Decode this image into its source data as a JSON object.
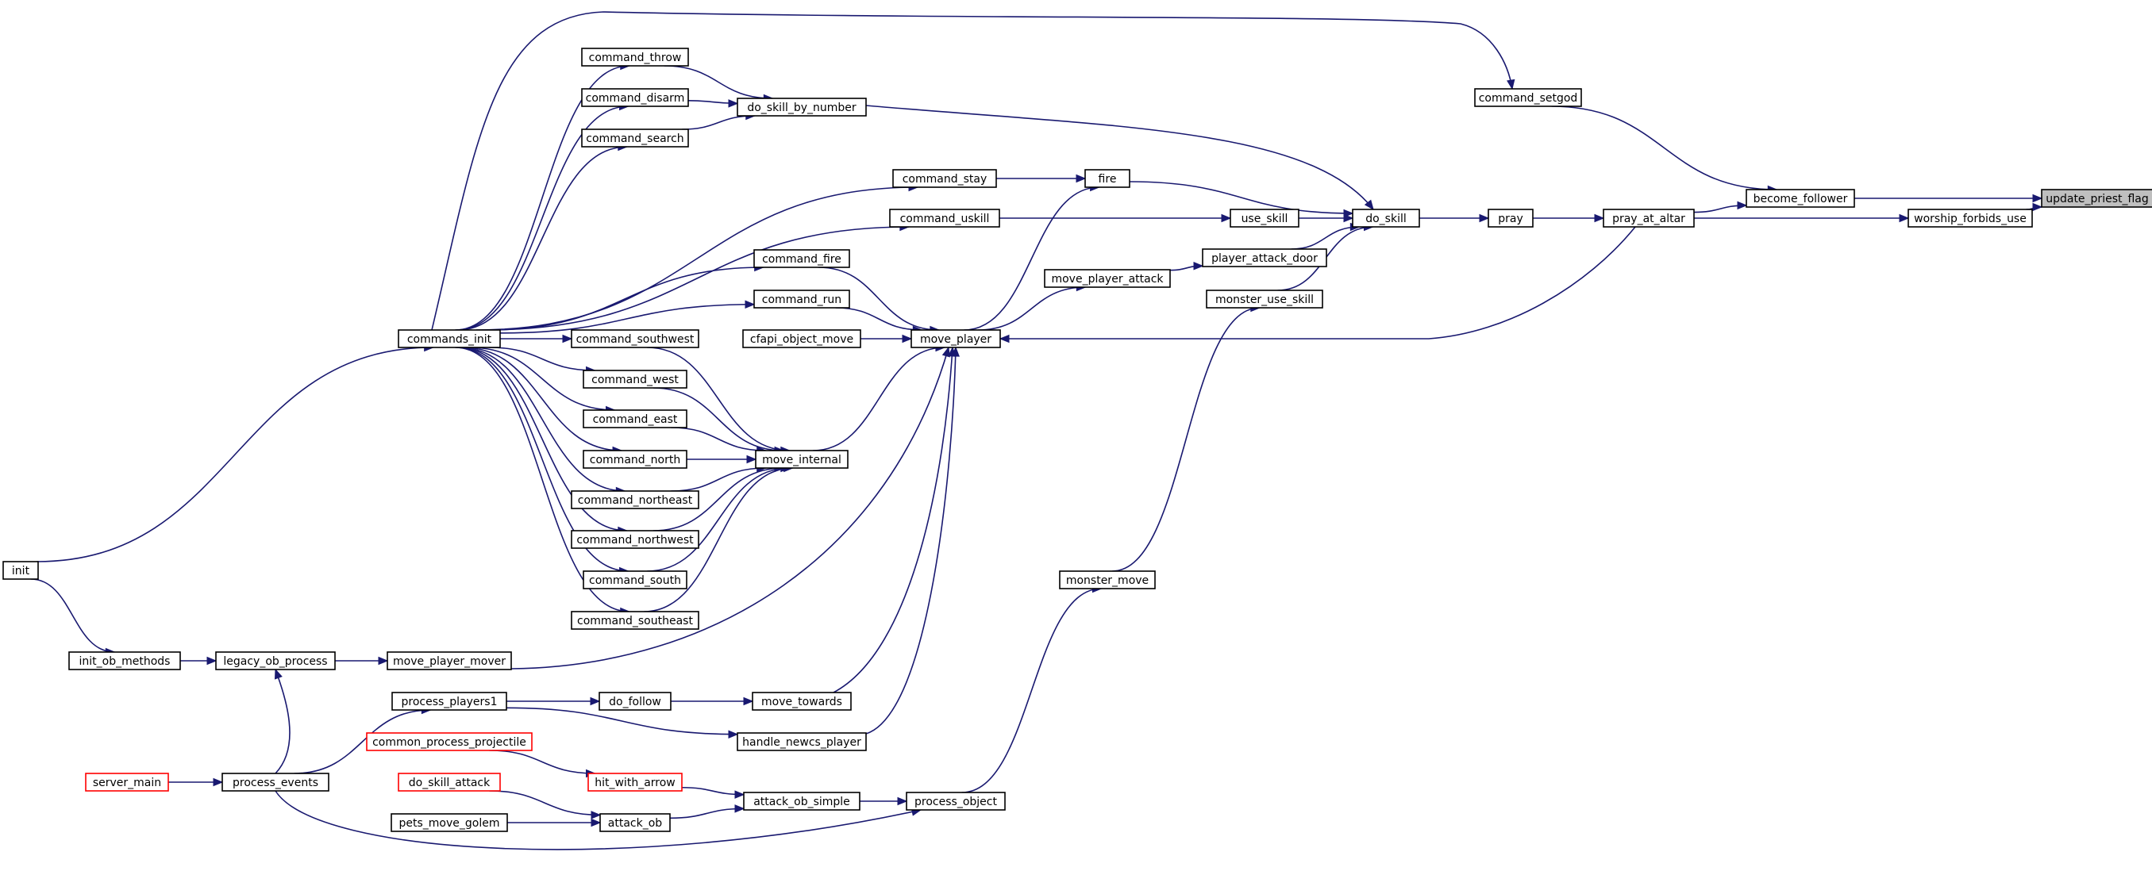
{
  "diagram": {
    "nodes": [
      {
        "id": "update_priest_flag",
        "label": "update_priest_flag",
        "style": "root"
      },
      {
        "id": "become_follower",
        "label": "become_follower",
        "style": "normal"
      },
      {
        "id": "worship_forbids_use",
        "label": "worship_forbids_use",
        "style": "normal"
      },
      {
        "id": "command_setgod",
        "label": "command_setgod",
        "style": "normal"
      },
      {
        "id": "pray_at_altar",
        "label": "pray_at_altar",
        "style": "normal"
      },
      {
        "id": "pray",
        "label": "pray",
        "style": "normal"
      },
      {
        "id": "do_skill",
        "label": "do_skill",
        "style": "normal"
      },
      {
        "id": "do_skill_by_number",
        "label": "do_skill_by_number",
        "style": "normal"
      },
      {
        "id": "fire",
        "label": "fire",
        "style": "normal"
      },
      {
        "id": "use_skill",
        "label": "use_skill",
        "style": "normal"
      },
      {
        "id": "player_attack_door",
        "label": "player_attack_door",
        "style": "normal"
      },
      {
        "id": "monster_use_skill",
        "label": "monster_use_skill",
        "style": "normal"
      },
      {
        "id": "command_throw",
        "label": "command_throw",
        "style": "normal"
      },
      {
        "id": "command_disarm",
        "label": "command_disarm",
        "style": "normal"
      },
      {
        "id": "command_search",
        "label": "command_search",
        "style": "normal"
      },
      {
        "id": "command_stay",
        "label": "command_stay",
        "style": "normal"
      },
      {
        "id": "command_uskill",
        "label": "command_uskill",
        "style": "normal"
      },
      {
        "id": "move_player_attack",
        "label": "move_player_attack",
        "style": "normal"
      },
      {
        "id": "command_fire",
        "label": "command_fire",
        "style": "normal"
      },
      {
        "id": "command_run",
        "label": "command_run",
        "style": "normal"
      },
      {
        "id": "cfapi_object_move",
        "label": "cfapi_object_move",
        "style": "normal"
      },
      {
        "id": "move_player",
        "label": "move_player",
        "style": "normal"
      },
      {
        "id": "commands_init",
        "label": "commands_init",
        "style": "normal"
      },
      {
        "id": "command_southwest",
        "label": "command_southwest",
        "style": "normal"
      },
      {
        "id": "command_west",
        "label": "command_west",
        "style": "normal"
      },
      {
        "id": "command_east",
        "label": "command_east",
        "style": "normal"
      },
      {
        "id": "command_north",
        "label": "command_north",
        "style": "normal"
      },
      {
        "id": "command_northeast",
        "label": "command_northeast",
        "style": "normal"
      },
      {
        "id": "command_northwest",
        "label": "command_northwest",
        "style": "normal"
      },
      {
        "id": "command_south",
        "label": "command_south",
        "style": "normal"
      },
      {
        "id": "command_southeast",
        "label": "command_southeast",
        "style": "normal"
      },
      {
        "id": "move_internal",
        "label": "move_internal",
        "style": "normal"
      },
      {
        "id": "init",
        "label": "init",
        "style": "normal"
      },
      {
        "id": "monster_move",
        "label": "monster_move",
        "style": "normal"
      },
      {
        "id": "init_ob_methods",
        "label": "init_ob_methods",
        "style": "normal"
      },
      {
        "id": "legacy_ob_process",
        "label": "legacy_ob_process",
        "style": "normal"
      },
      {
        "id": "move_player_mover",
        "label": "move_player_mover",
        "style": "normal"
      },
      {
        "id": "process_players1",
        "label": "process_players1",
        "style": "normal"
      },
      {
        "id": "do_follow",
        "label": "do_follow",
        "style": "normal"
      },
      {
        "id": "move_towards",
        "label": "move_towards",
        "style": "normal"
      },
      {
        "id": "handle_newcs_player",
        "label": "handle_newcs_player",
        "style": "normal"
      },
      {
        "id": "common_process_projectile",
        "label": "common_process_projectile",
        "style": "red"
      },
      {
        "id": "server_main",
        "label": "server_main",
        "style": "red"
      },
      {
        "id": "process_events",
        "label": "process_events",
        "style": "normal"
      },
      {
        "id": "do_skill_attack",
        "label": "do_skill_attack",
        "style": "red"
      },
      {
        "id": "hit_with_arrow",
        "label": "hit_with_arrow",
        "style": "red"
      },
      {
        "id": "attack_ob_simple",
        "label": "attack_ob_simple",
        "style": "normal"
      },
      {
        "id": "process_object",
        "label": "process_object",
        "style": "normal"
      },
      {
        "id": "pets_move_golem",
        "label": "pets_move_golem",
        "style": "normal"
      },
      {
        "id": "attack_ob",
        "label": "attack_ob",
        "style": "normal"
      }
    ],
    "edges": [
      {
        "from": "become_follower",
        "to": "update_priest_flag"
      },
      {
        "from": "worship_forbids_use",
        "to": "update_priest_flag"
      },
      {
        "from": "command_setgod",
        "to": "become_follower"
      },
      {
        "from": "pray_at_altar",
        "to": "become_follower"
      },
      {
        "from": "pray_at_altar",
        "to": "worship_forbids_use"
      },
      {
        "from": "commands_init",
        "to": "command_setgod"
      },
      {
        "from": "pray",
        "to": "pray_at_altar"
      },
      {
        "from": "pray_at_altar",
        "to": "move_player"
      },
      {
        "from": "do_skill",
        "to": "pray"
      },
      {
        "from": "do_skill_by_number",
        "to": "do_skill"
      },
      {
        "from": "fire",
        "to": "do_skill"
      },
      {
        "from": "use_skill",
        "to": "do_skill"
      },
      {
        "from": "player_attack_door",
        "to": "do_skill"
      },
      {
        "from": "monster_use_skill",
        "to": "do_skill"
      },
      {
        "from": "command_throw",
        "to": "do_skill_by_number"
      },
      {
        "from": "command_disarm",
        "to": "do_skill_by_number"
      },
      {
        "from": "command_search",
        "to": "do_skill_by_number"
      },
      {
        "from": "command_stay",
        "to": "fire"
      },
      {
        "from": "move_player",
        "to": "fire"
      },
      {
        "from": "command_uskill",
        "to": "use_skill"
      },
      {
        "from": "move_player_attack",
        "to": "player_attack_door"
      },
      {
        "from": "move_player",
        "to": "move_player_attack"
      },
      {
        "from": "monster_move",
        "to": "monster_use_skill"
      },
      {
        "from": "commands_init",
        "to": "command_throw"
      },
      {
        "from": "commands_init",
        "to": "command_disarm"
      },
      {
        "from": "commands_init",
        "to": "command_search"
      },
      {
        "from": "commands_init",
        "to": "command_stay"
      },
      {
        "from": "commands_init",
        "to": "command_uskill"
      },
      {
        "from": "commands_init",
        "to": "command_fire"
      },
      {
        "from": "commands_init",
        "to": "command_run"
      },
      {
        "from": "commands_init",
        "to": "command_southwest"
      },
      {
        "from": "commands_init",
        "to": "command_west"
      },
      {
        "from": "commands_init",
        "to": "command_east"
      },
      {
        "from": "commands_init",
        "to": "command_north"
      },
      {
        "from": "commands_init",
        "to": "command_northeast"
      },
      {
        "from": "commands_init",
        "to": "command_northwest"
      },
      {
        "from": "commands_init",
        "to": "command_south"
      },
      {
        "from": "commands_init",
        "to": "command_southeast"
      },
      {
        "from": "command_fire",
        "to": "move_player"
      },
      {
        "from": "command_run",
        "to": "move_player"
      },
      {
        "from": "cfapi_object_move",
        "to": "move_player"
      },
      {
        "from": "move_internal",
        "to": "move_player"
      },
      {
        "from": "move_player_mover",
        "to": "move_player"
      },
      {
        "from": "move_towards",
        "to": "move_player"
      },
      {
        "from": "handle_newcs_player",
        "to": "move_player"
      },
      {
        "from": "command_southwest",
        "to": "move_internal"
      },
      {
        "from": "command_west",
        "to": "move_internal"
      },
      {
        "from": "command_east",
        "to": "move_internal"
      },
      {
        "from": "command_north",
        "to": "move_internal"
      },
      {
        "from": "command_northeast",
        "to": "move_internal"
      },
      {
        "from": "command_northwest",
        "to": "move_internal"
      },
      {
        "from": "command_south",
        "to": "move_internal"
      },
      {
        "from": "command_southeast",
        "to": "move_internal"
      },
      {
        "from": "init",
        "to": "commands_init"
      },
      {
        "from": "init",
        "to": "init_ob_methods"
      },
      {
        "from": "init_ob_methods",
        "to": "legacy_ob_process"
      },
      {
        "from": "legacy_ob_process",
        "to": "move_player_mover"
      },
      {
        "from": "process_object",
        "to": "monster_move"
      },
      {
        "from": "process_players1",
        "to": "do_follow"
      },
      {
        "from": "process_players1",
        "to": "handle_newcs_player"
      },
      {
        "from": "do_follow",
        "to": "move_towards"
      },
      {
        "from": "process_events",
        "to": "process_players1"
      },
      {
        "from": "process_events",
        "to": "legacy_ob_process"
      },
      {
        "from": "server_main",
        "to": "process_events"
      },
      {
        "from": "process_events",
        "to": "process_object"
      },
      {
        "from": "common_process_projectile",
        "to": "hit_with_arrow"
      },
      {
        "from": "hit_with_arrow",
        "to": "attack_ob_simple"
      },
      {
        "from": "attack_ob_simple",
        "to": "process_object"
      },
      {
        "from": "attack_ob",
        "to": "attack_ob_simple"
      },
      {
        "from": "do_skill_attack",
        "to": "attack_ob"
      },
      {
        "from": "pets_move_golem",
        "to": "attack_ob"
      }
    ]
  }
}
